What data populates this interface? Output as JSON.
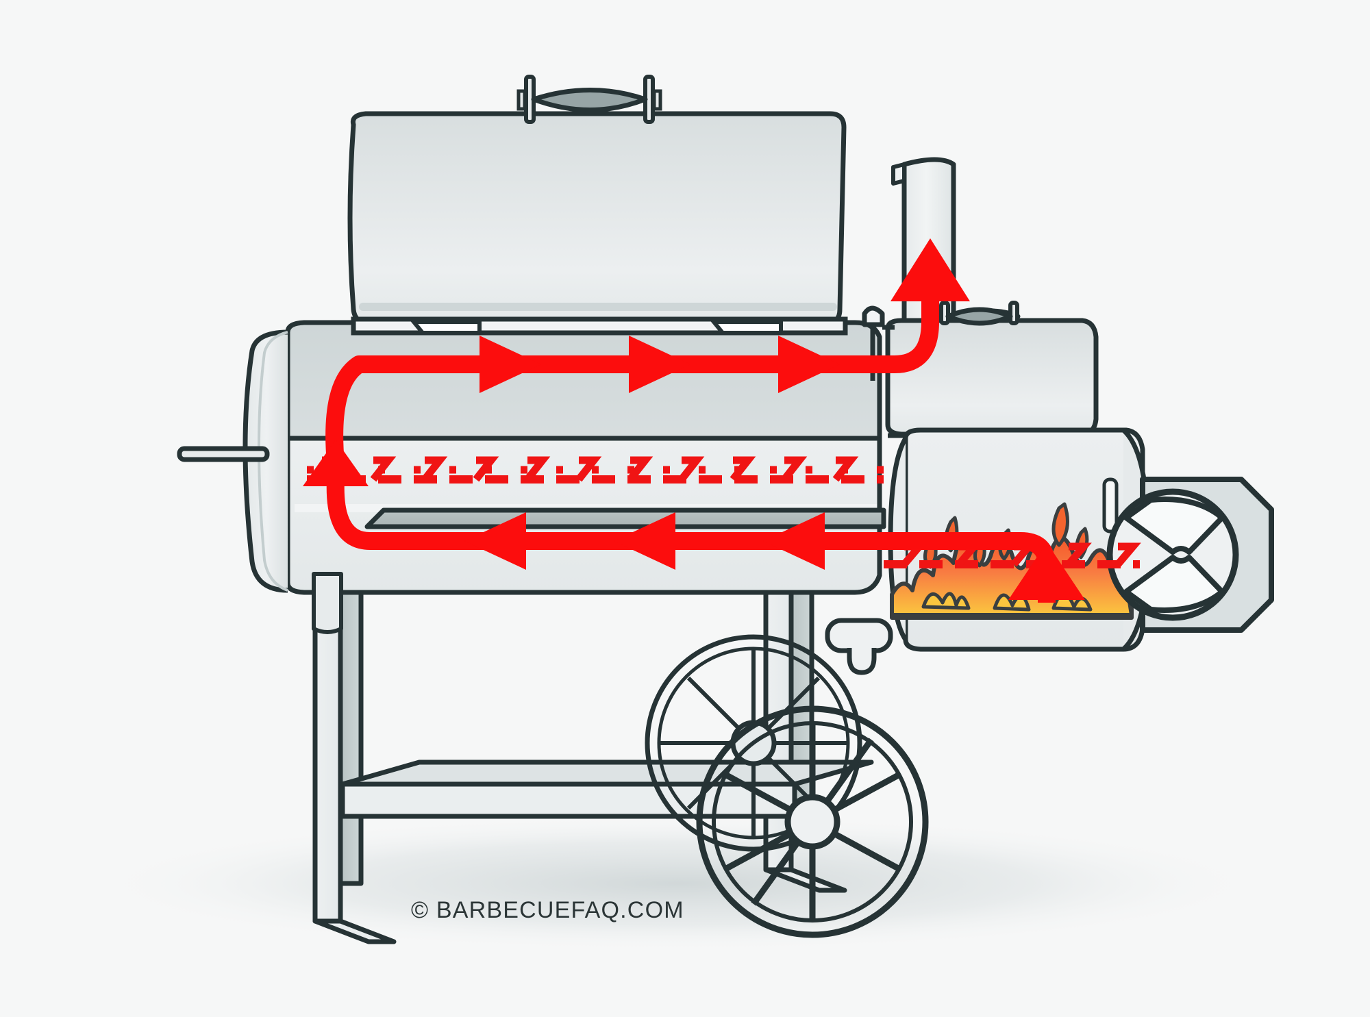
{
  "meta": {
    "title": "Offset Smoker Airflow Diagram",
    "subject": "reverse-flow offset barrel smoker cutaway with heat/smoke circulation arrows"
  },
  "watermark": {
    "text": "© BARBECUEFAQ.COM",
    "color": "#2b3536"
  },
  "palette": {
    "background": "#f6f7f7",
    "outline": "#263335",
    "metal_light": "#eceff0",
    "metal_mid": "#dde2e3",
    "metal_dark": "#b7c2c2",
    "handle_grey": "#97a5a6",
    "flow_red": "#fc0d0d",
    "dash_red": "#f01414",
    "flame_orange": "#f4642e",
    "flame_light": "#f98b4e",
    "flame_yellow": "#fbc63f"
  },
  "parts": [
    {
      "id": "main-lid",
      "label": "Main chamber lid (open)"
    },
    {
      "id": "lid-handle",
      "label": "Lid handle"
    },
    {
      "id": "main-barrel",
      "label": "Main cooking chamber barrel"
    },
    {
      "id": "left-endcap",
      "label": "Left end cap"
    },
    {
      "id": "side-handle-rod",
      "label": "Side handle rod"
    },
    {
      "id": "cooking-grate",
      "label": "Cooking grate"
    },
    {
      "id": "baffle-plate",
      "label": "Baffle / tuning plate"
    },
    {
      "id": "drain-tube",
      "label": "Grease drain tube"
    },
    {
      "id": "chimney",
      "label": "Exhaust chimney stack"
    },
    {
      "id": "chimney-damper",
      "label": "Chimney damper handle"
    },
    {
      "id": "firebox",
      "label": "Offset firebox"
    },
    {
      "id": "firebox-lid",
      "label": "Firebox lid"
    },
    {
      "id": "firebox-handle",
      "label": "Firebox lid handle"
    },
    {
      "id": "firebox-door",
      "label": "Firebox air intake door"
    },
    {
      "id": "intake-damper",
      "label": "Intake damper wheel"
    },
    {
      "id": "fire",
      "label": "Burning fire / coals"
    },
    {
      "id": "cart-legs",
      "label": "Cart legs"
    },
    {
      "id": "bottom-shelf",
      "label": "Bottom storage shelf"
    },
    {
      "id": "wheel-front",
      "label": "Front spoked wheel"
    },
    {
      "id": "wheel-rear",
      "label": "Rear spoked wheel"
    },
    {
      "id": "ground-shadow",
      "label": "Ground shadow"
    }
  ],
  "flow": {
    "title": "Airflow path",
    "segments": [
      {
        "id": "firebox-rise",
        "label": "Hot air rises from fire",
        "direction": "up"
      },
      {
        "id": "into-chamber",
        "label": "Heat enters cook chamber low",
        "direction": "left"
      },
      {
        "id": "lower-run",
        "label": "Travels left under the baffle plate",
        "direction": "left"
      },
      {
        "id": "left-turn-up",
        "label": "Turns up at the far end cap",
        "direction": "up"
      },
      {
        "id": "upper-run",
        "label": "Returns right above the grate",
        "direction": "right"
      },
      {
        "id": "chimney-exit",
        "label": "Exits up the chimney",
        "direction": "up"
      }
    ],
    "arrow_counts": {
      "upper_run": 3,
      "lower_run": 3,
      "chimney": 1,
      "firebox": 1,
      "left_turn": 1
    },
    "heat_dash_lines": [
      {
        "id": "chamber-heat-line",
        "label": "Radiant heat under cooking grate"
      },
      {
        "id": "firebox-heat-line",
        "label": "Radiant heat above the fire"
      }
    ]
  }
}
